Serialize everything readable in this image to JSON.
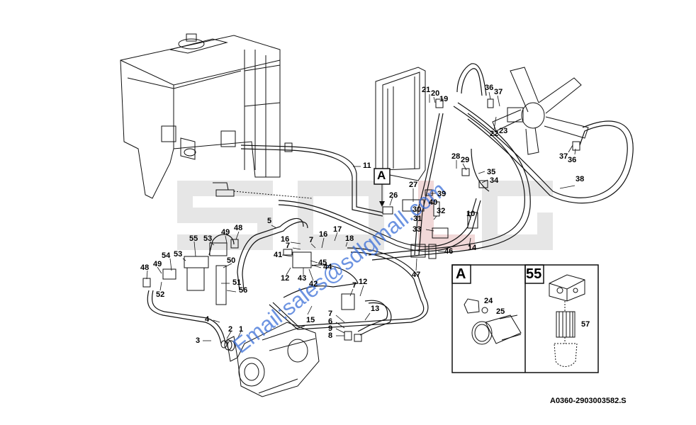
{
  "drawing_code": "A0360-2903003582.S",
  "watermark_text": "Email:sales@sdlgmall.com",
  "background_watermark": "SDLG",
  "callout_A": "A",
  "detail_A_title": "A",
  "detail_55_title": "55",
  "part_labels": [
    {
      "id": "l11",
      "text": "11"
    },
    {
      "id": "l21",
      "text": "21"
    },
    {
      "id": "l20",
      "text": "20"
    },
    {
      "id": "l19",
      "text": "19"
    },
    {
      "id": "l36a",
      "text": "36"
    },
    {
      "id": "l37a",
      "text": "37"
    },
    {
      "id": "l22",
      "text": "22"
    },
    {
      "id": "l23",
      "text": "23"
    },
    {
      "id": "l37b",
      "text": "37"
    },
    {
      "id": "l36b",
      "text": "36"
    },
    {
      "id": "l28",
      "text": "28"
    },
    {
      "id": "l29",
      "text": "29"
    },
    {
      "id": "l35",
      "text": "35"
    },
    {
      "id": "l34",
      "text": "34"
    },
    {
      "id": "l38",
      "text": "38"
    },
    {
      "id": "l27",
      "text": "27"
    },
    {
      "id": "l39",
      "text": "39"
    },
    {
      "id": "l26",
      "text": "26"
    },
    {
      "id": "l40",
      "text": "40"
    },
    {
      "id": "l30",
      "text": "30"
    },
    {
      "id": "l32",
      "text": "32"
    },
    {
      "id": "l31",
      "text": "31"
    },
    {
      "id": "l10",
      "text": "10"
    },
    {
      "id": "l33",
      "text": "33"
    },
    {
      "id": "l14",
      "text": "14"
    },
    {
      "id": "l46",
      "text": "46"
    },
    {
      "id": "l47",
      "text": "47"
    },
    {
      "id": "l5",
      "text": "5"
    },
    {
      "id": "l55a",
      "text": "55"
    },
    {
      "id": "l53a",
      "text": "53"
    },
    {
      "id": "l49a",
      "text": "49"
    },
    {
      "id": "l48a",
      "text": "48"
    },
    {
      "id": "l16a",
      "text": "16"
    },
    {
      "id": "l7a",
      "text": "7"
    },
    {
      "id": "l7b",
      "text": "7"
    },
    {
      "id": "l16b",
      "text": "16"
    },
    {
      "id": "l17",
      "text": "17"
    },
    {
      "id": "l18",
      "text": "18"
    },
    {
      "id": "l41",
      "text": "41"
    },
    {
      "id": "l45",
      "text": "45"
    },
    {
      "id": "l44",
      "text": "44"
    },
    {
      "id": "l12a",
      "text": "12"
    },
    {
      "id": "l43",
      "text": "43"
    },
    {
      "id": "l42",
      "text": "42"
    },
    {
      "id": "l54",
      "text": "54"
    },
    {
      "id": "l53b",
      "text": "53"
    },
    {
      "id": "l50",
      "text": "50"
    },
    {
      "id": "l48b",
      "text": "48"
    },
    {
      "id": "l49b",
      "text": "49"
    },
    {
      "id": "l52",
      "text": "52"
    },
    {
      "id": "l51",
      "text": "51"
    },
    {
      "id": "l56",
      "text": "56"
    },
    {
      "id": "l7c",
      "text": "7"
    },
    {
      "id": "l12b",
      "text": "12"
    },
    {
      "id": "l4",
      "text": "4"
    },
    {
      "id": "l15",
      "text": "15"
    },
    {
      "id": "l13",
      "text": "13"
    },
    {
      "id": "l7d",
      "text": "7"
    },
    {
      "id": "l6",
      "text": "6"
    },
    {
      "id": "l9",
      "text": "9"
    },
    {
      "id": "l8",
      "text": "8"
    },
    {
      "id": "l3",
      "text": "3"
    },
    {
      "id": "l2",
      "text": "2"
    },
    {
      "id": "l1",
      "text": "1"
    },
    {
      "id": "l24",
      "text": "24"
    },
    {
      "id": "l25",
      "text": "25"
    },
    {
      "id": "l57",
      "text": "57"
    }
  ],
  "colors": {
    "line": "#111111",
    "watermark_bg": "#e3e3e3",
    "watermark_red": "#f2d4d4",
    "email": "#3b6fd8"
  }
}
